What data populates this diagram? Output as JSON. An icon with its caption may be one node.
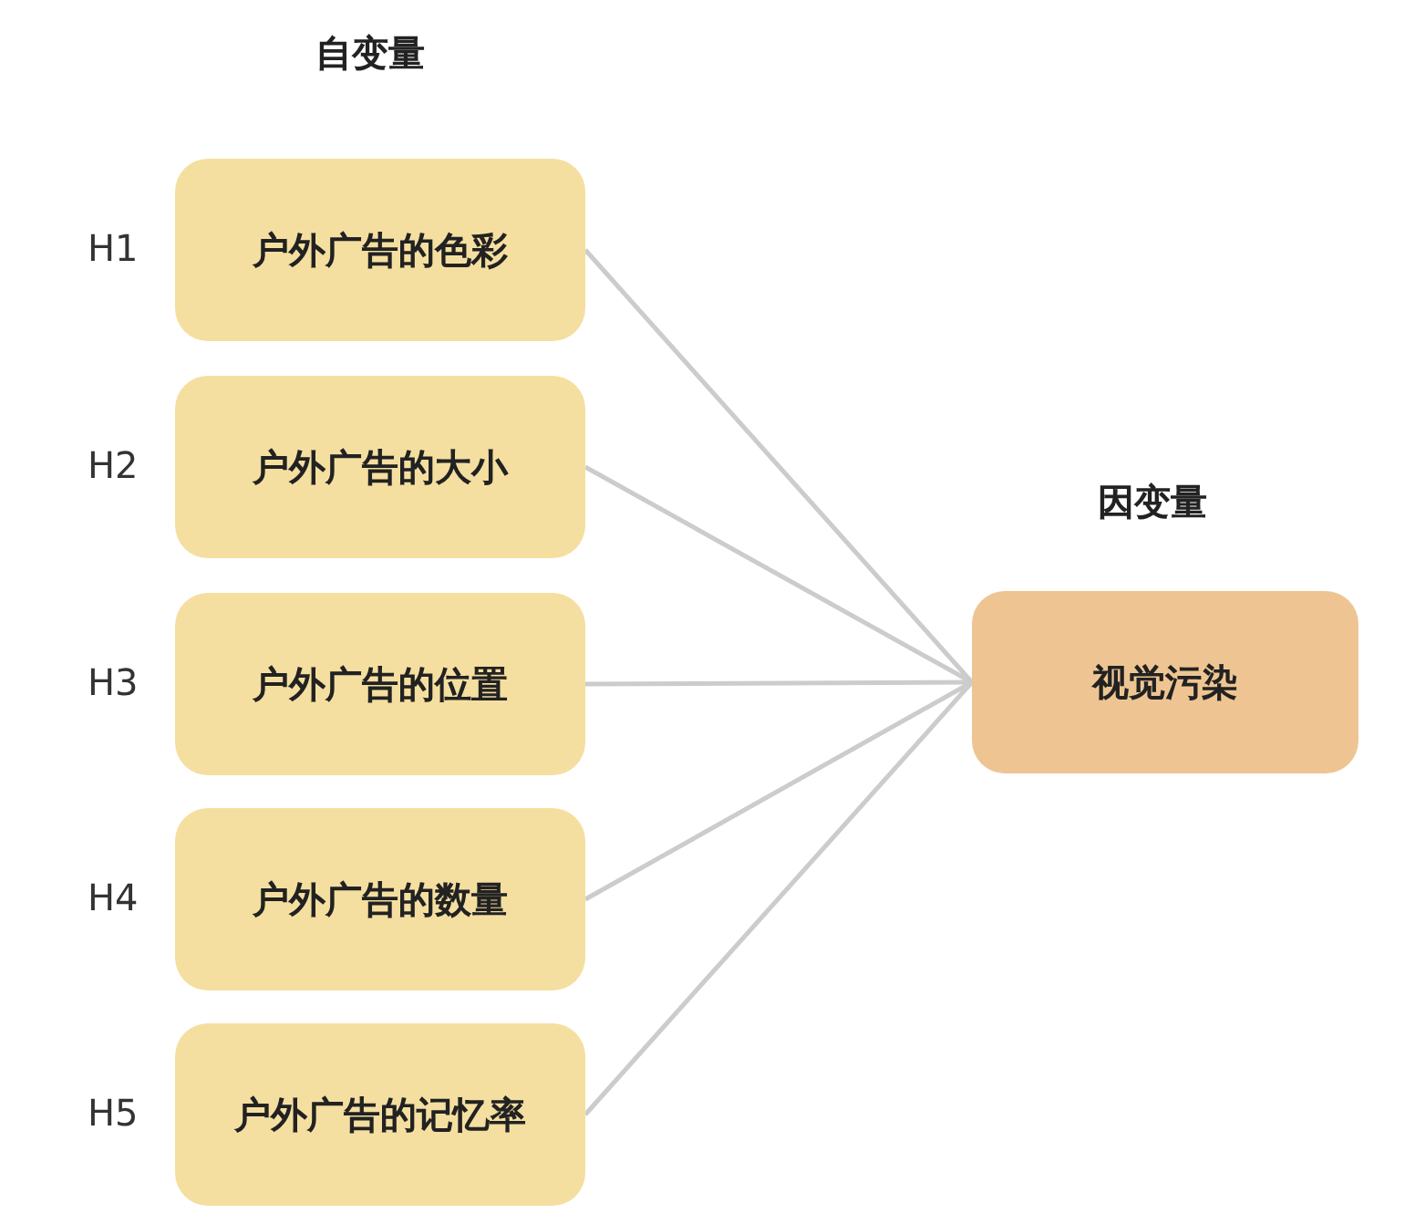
{
  "diagram": {
    "nodes": [
      {
        "text": [
          "户外广告的色彩"
        ],
        "beside": [
          "H1"
        ]
      },
      {
        "text": [
          "户外广告的大小"
        ],
        "beside": [
          "H2"
        ]
      },
      {
        "text": [
          "户外广告的位置"
        ],
        "beside": [
          "H3"
        ]
      },
      {
        "text": [
          "户外广告的数量"
        ],
        "beside": [
          "H4"
        ]
      },
      {
        "text": [
          "户外广告的记忆率"
        ],
        "beside": [
          "H5"
        ]
      },
      {
        "text": [
          "视觉污染"
        ]
      }
    ],
    "edges": [
      {
        "from": 0,
        "to": 5,
        "arrow": "none"
      },
      {
        "from": 1,
        "to": 5,
        "arrow": "none"
      },
      {
        "from": 2,
        "to": 5,
        "arrow": "none"
      },
      {
        "from": 3,
        "to": 5,
        "arrow": "none"
      },
      {
        "from": 4,
        "to": 5,
        "arrow": "none"
      }
    ],
    "labels": [
      "自变量",
      "因变量"
    ]
  }
}
